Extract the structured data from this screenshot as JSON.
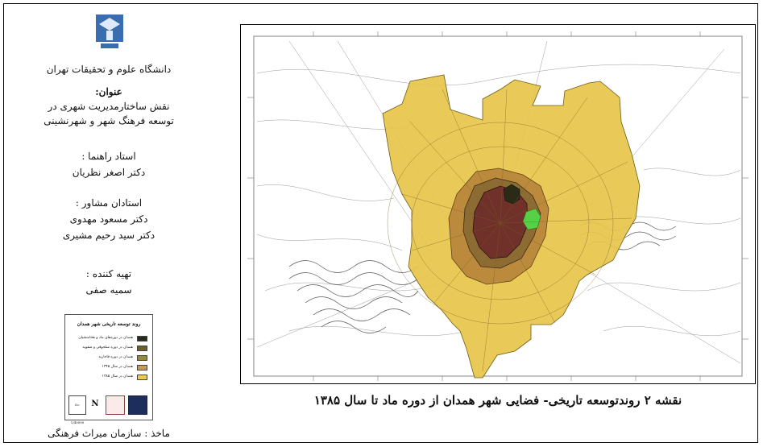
{
  "sidebar": {
    "university": "دانشگاه علوم و تحقیقات تهران",
    "title_label": "عنوان:",
    "title_line1": "نقش ساختارمدیریت شهری در",
    "title_line2": "توسعه فرهنگ شهر و شهرنشینی",
    "supervisor_label": "استاد راهنما :",
    "supervisor": "دکتر اصغر نظریان",
    "advisors_label": "استادان مشاور :",
    "advisor1": "دکتر مسعود مهدوی",
    "advisor2": "دکتر سید رحیم مشیری",
    "author_label": "تهیه کننده :",
    "author": "سمیه صفی",
    "source": "ماخذ : سازمان میراث فرهنگی"
  },
  "legend": {
    "title": "روند توسعه تاریخی شهر همدان",
    "items": [
      {
        "label": "همدان در دوره‌های ماد و هخامنشیان",
        "color": "#2b2a1c"
      },
      {
        "label": "همدان در دوره سلجوقی و صفویه",
        "color": "#6b5e28"
      },
      {
        "label": "همدان در دوره قاجاریه",
        "color": "#9a8a34"
      },
      {
        "label": "همدان در سال ۱۳۴۵",
        "color": "#c99a55"
      },
      {
        "label": "همدان در سال ۱۳۸۵",
        "color": "#f0c850"
      }
    ],
    "scale": "Sc: 1/40000",
    "north": "N"
  },
  "map": {
    "colors": {
      "outer": "#e7c64a",
      "middle": "#b8863c",
      "inner_ring": "#8a6a34",
      "core": "#6e2e2a",
      "dark_patch": "#2a2a16",
      "green_patch": "#58d046"
    }
  },
  "caption": "نقشه ۲ روندتوسعه تاریخی- فضایی شهر همدان از دوره ماد تا سال ۱۳۸۵"
}
